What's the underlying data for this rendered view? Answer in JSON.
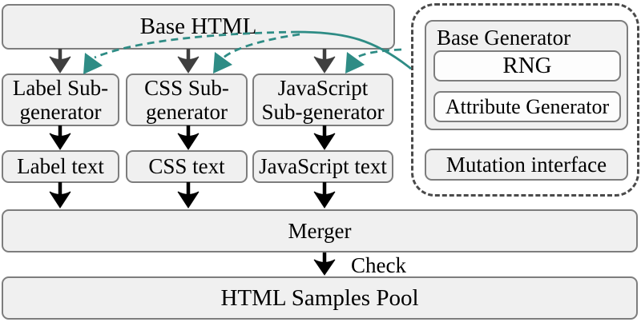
{
  "nodes": {
    "base_html": "Base HTML",
    "label_sub": [
      "Label Sub-",
      "generator"
    ],
    "css_sub": [
      "CSS Sub-",
      "generator"
    ],
    "js_sub": [
      "JavaScript",
      "Sub-generator"
    ],
    "label_text": "Label text",
    "css_text": "CSS text",
    "js_text": "JavaScript text",
    "merger": "Merger",
    "check_label": "Check",
    "pool": "HTML Samples Pool"
  },
  "generator_panel": {
    "title": "Base Generator",
    "rng": "RNG",
    "attribute_generator": "Attribute Generator",
    "mutation_interface": "Mutation interface"
  },
  "colors": {
    "accent_teal": "#2E8C85",
    "box_fill": "#F0F0F0",
    "white_box_fill": "#FDFDFD",
    "box_border": "#7D7D7D",
    "dark_arrow": "#3F3F3F",
    "black_arrow": "#000000",
    "panel_dash_border": "#4A4A4A"
  }
}
